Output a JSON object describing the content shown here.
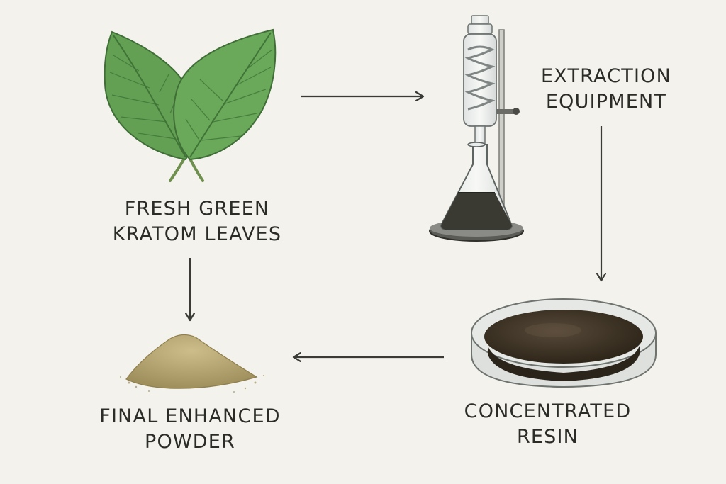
{
  "steps": {
    "leaves": {
      "line1": "FRESH GREEN",
      "line2": "KRATOM LEAVES"
    },
    "equipment": {
      "line1": "EXTRACTION",
      "line2": "EQUIPMENT"
    },
    "resin": {
      "line1": "CONCENTRATED",
      "line2": "RESIN"
    },
    "powder": {
      "line1": "FINAL ENHANCED",
      "line2": "POWDER"
    }
  },
  "colors": {
    "background": "#f3f2ec",
    "text": "#2b2b28",
    "arrow": "#3a3a36",
    "leaf": "#5e9a4f",
    "leaf_dark": "#3f7436",
    "resin": "#3b3325",
    "powder": "#b7a774"
  }
}
